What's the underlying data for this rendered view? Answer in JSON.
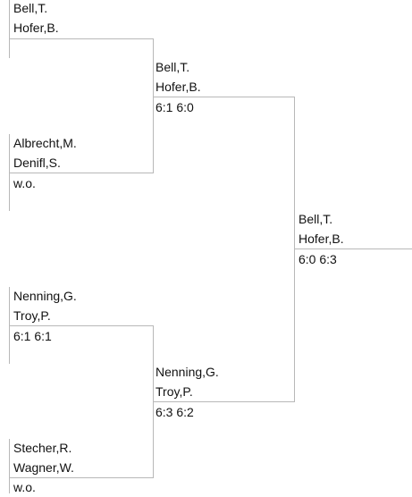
{
  "bracket": {
    "round1": [
      {
        "p1": "Bell,T.",
        "p2": "Hofer,B.",
        "score": ""
      },
      {
        "p1": "Albrecht,M.",
        "p2": "Denifl,S.",
        "score": "w.o."
      },
      {
        "p1": "Nenning,G.",
        "p2": "Troy,P.",
        "score": "6:1 6:1"
      },
      {
        "p1": "Stecher,R.",
        "p2": "Wagner,W.",
        "score": "w.o."
      }
    ],
    "round2": [
      {
        "p1": "Bell,T.",
        "p2": "Hofer,B.",
        "score": "6:1 6:0"
      },
      {
        "p1": "Nenning,G.",
        "p2": "Troy,P.",
        "score": "6:3 6:2"
      }
    ],
    "final": {
      "p1": "Bell,T.",
      "p2": "Hofer,B.",
      "score": "6:0 6:3"
    }
  }
}
